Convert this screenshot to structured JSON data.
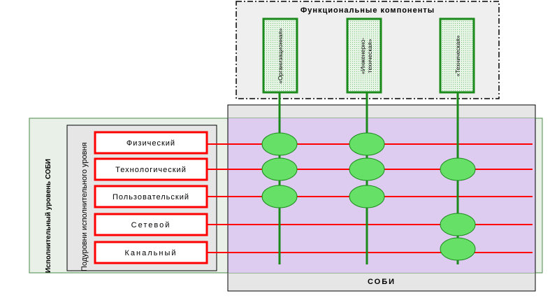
{
  "functional_components": {
    "title": "Функциональные компоненты",
    "items": [
      {
        "label": "«Организационная»"
      },
      {
        "label": "«Инженерно-технческая»"
      },
      {
        "label": "«Техническая»"
      }
    ]
  },
  "sobi_label": "СОБИ",
  "executor_level_label": "Исполнительный уровень СОБИ",
  "sublevels_label": "Подуровни исполнительного уровня",
  "levels": [
    {
      "label": "Физический"
    },
    {
      "label": "Технологический"
    },
    {
      "label": "Пользовательский"
    },
    {
      "label": "Сетевой"
    },
    {
      "label": "Канальный"
    }
  ],
  "colors": {
    "red": "#ff0000",
    "green_line": "#1a8a1a",
    "node_fill": "#66e066",
    "purple_region": "#dcc8f0",
    "gray_region": "#e6e6e6",
    "outer_box": "#e8f0e8"
  }
}
